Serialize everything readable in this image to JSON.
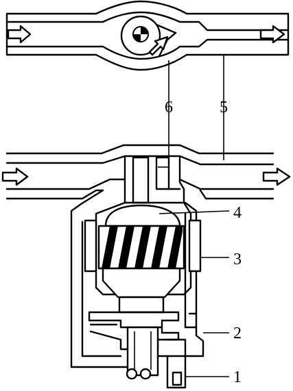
{
  "labels": {
    "l1": "1",
    "l2": "2",
    "l3": "3",
    "l4": "4",
    "l5": "5",
    "l6": "6"
  },
  "icons": [
    "flow-arrow-icon",
    "rotation-sensor-icon"
  ],
  "colors": {
    "line": "#000000",
    "background": "#ffffff"
  }
}
